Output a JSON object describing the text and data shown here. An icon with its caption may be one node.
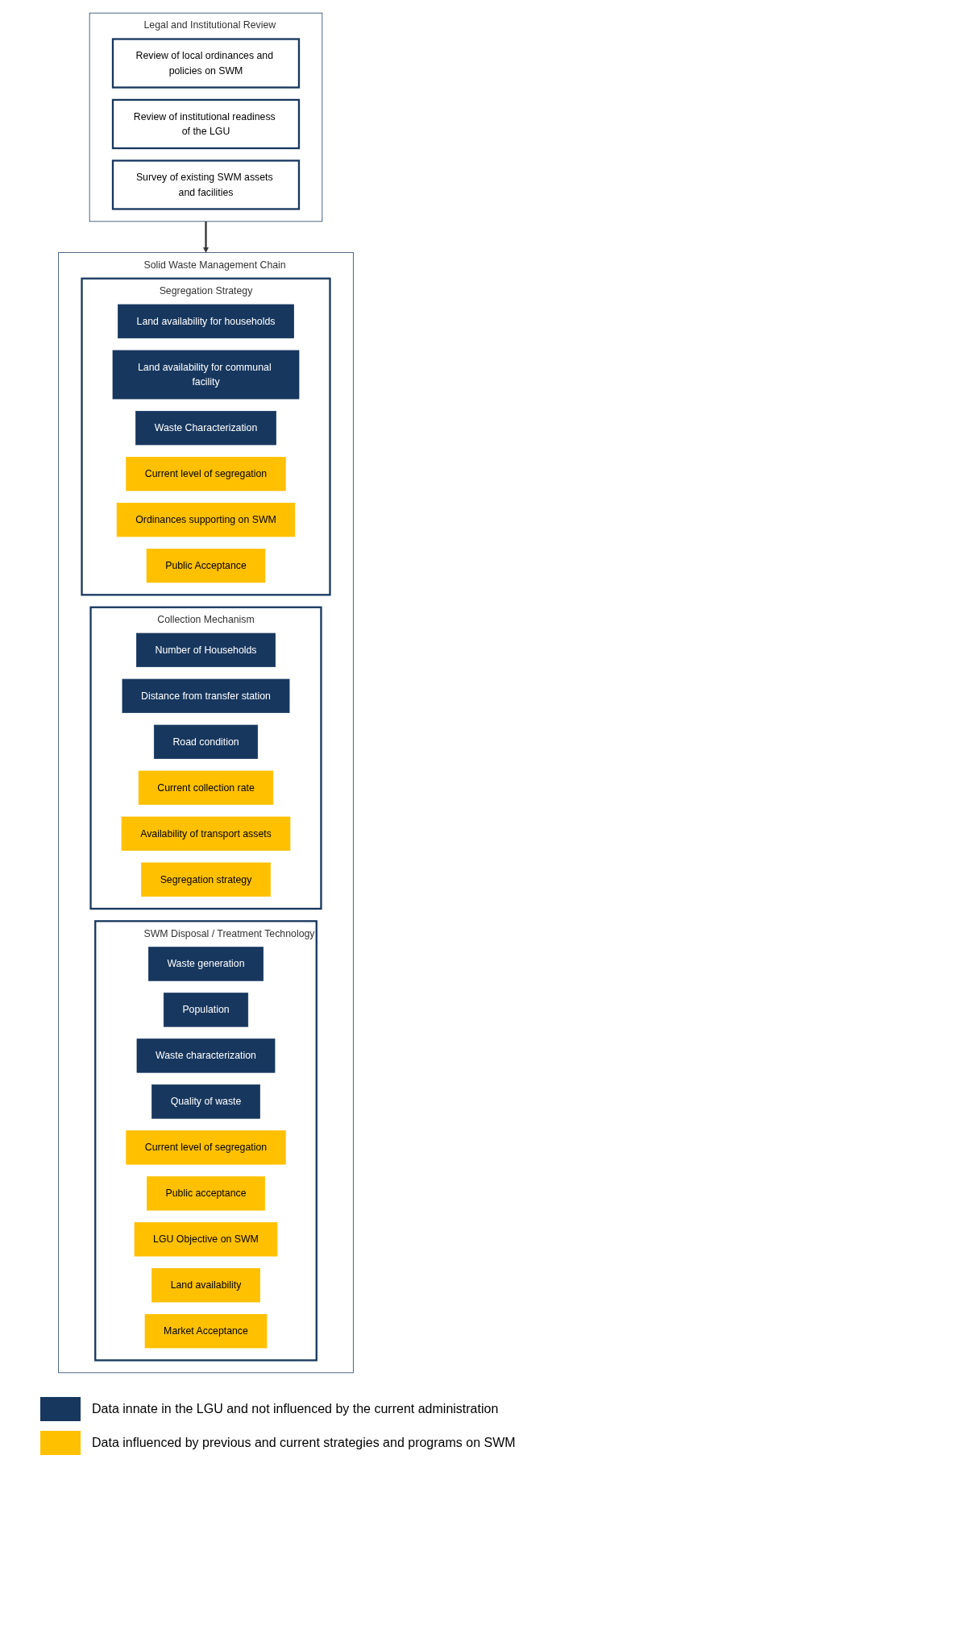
{
  "diagram": {
    "nodes": [
      {
        "text": [
          "Solid Waste Management Chain"
        ]
      },
      {
        "text": [
          "Segregation Strategy"
        ],
        "in": 0
      },
      {
        "text": [
          "Land availability for households"
        ],
        "in": 1
      },
      {
        "text": [
          "Land availability for communal facility"
        ],
        "in": 1
      },
      {
        "text": [
          "Waste Characterization"
        ],
        "in": 1
      },
      {
        "text": [
          "Current level of segregation"
        ],
        "in": 1
      },
      {
        "text": [
          "Ordinances supporting on SWM"
        ],
        "in": 1
      },
      {
        "text": [
          "Public Acceptance"
        ],
        "in": 1
      },
      {
        "text": [
          "Collection Mechanism"
        ],
        "in": 0
      },
      {
        "text": [
          "Number of Households"
        ],
        "in": 8
      },
      {
        "text": [
          "Distance from transfer station"
        ],
        "in": 8
      },
      {
        "text": [
          "Road condition"
        ],
        "in": 8
      },
      {
        "text": [
          "Current collection rate"
        ],
        "in": 8
      },
      {
        "text": [
          "Availability of transport assets"
        ],
        "in": 8
      },
      {
        "text": [
          "Segregation strategy"
        ],
        "in": 8
      },
      {
        "text": [
          "SWM Disposal / Treatment Technology"
        ],
        "in": 0
      },
      {
        "text": [
          "Waste generation"
        ],
        "in": 15
      },
      {
        "text": [
          "Population"
        ],
        "in": 15
      },
      {
        "text": [
          "Waste characterization"
        ],
        "in": 15
      },
      {
        "text": [
          "Quality of waste"
        ],
        "in": 15
      },
      {
        "text": [
          "Current level of segregation"
        ],
        "in": 15
      },
      {
        "text": [
          "Public acceptance"
        ],
        "in": 15
      },
      {
        "text": [
          "LGU Objective on SWM"
        ],
        "in": 15
      },
      {
        "text": [
          "Land availability"
        ],
        "in": 15
      },
      {
        "text": [
          "Market Acceptance"
        ],
        "in": 15
      },
      {
        "text": [
          "Legal and Institutional Review"
        ]
      },
      {
        "text": [
          "Review of local ordinances and policies on SWM"
        ],
        "in": 25
      },
      {
        "text": [
          "Review of institutional readiness of the LGU"
        ],
        "in": 25
      },
      {
        "text": [
          "Survey of existing SWM assets and facilities"
        ],
        "in": 25
      }
    ],
    "edges": [
      {
        "from": 25,
        "to": 0,
        "arrow": "to"
      }
    ],
    "legend": [
      {
        "text": "Data innate in the LGU and not influenced by the current administration",
        "color": "#17375e"
      },
      {
        "text": "Data influenced by previous and current strategies and programs on SWM",
        "color": "#ffc000"
      }
    ]
  }
}
